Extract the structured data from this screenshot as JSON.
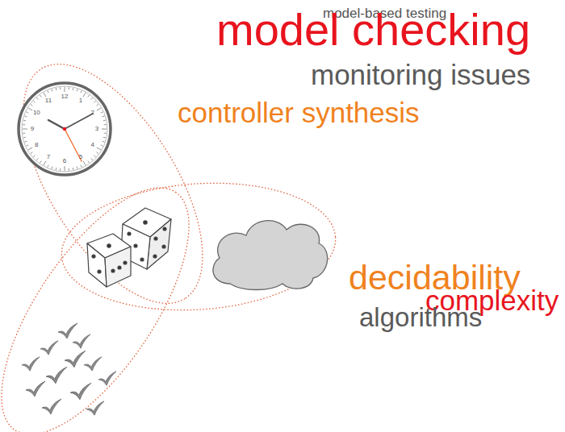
{
  "diagram": {
    "labels": [
      "1",
      "2",
      "3",
      "4",
      "5",
      "6",
      "7",
      "8",
      "9",
      "10",
      "11",
      "12",
      "model-based testing",
      "model checking",
      "monitoring issues",
      "controller synthesis",
      "decidability",
      "complexity",
      "algorithms"
    ]
  }
}
